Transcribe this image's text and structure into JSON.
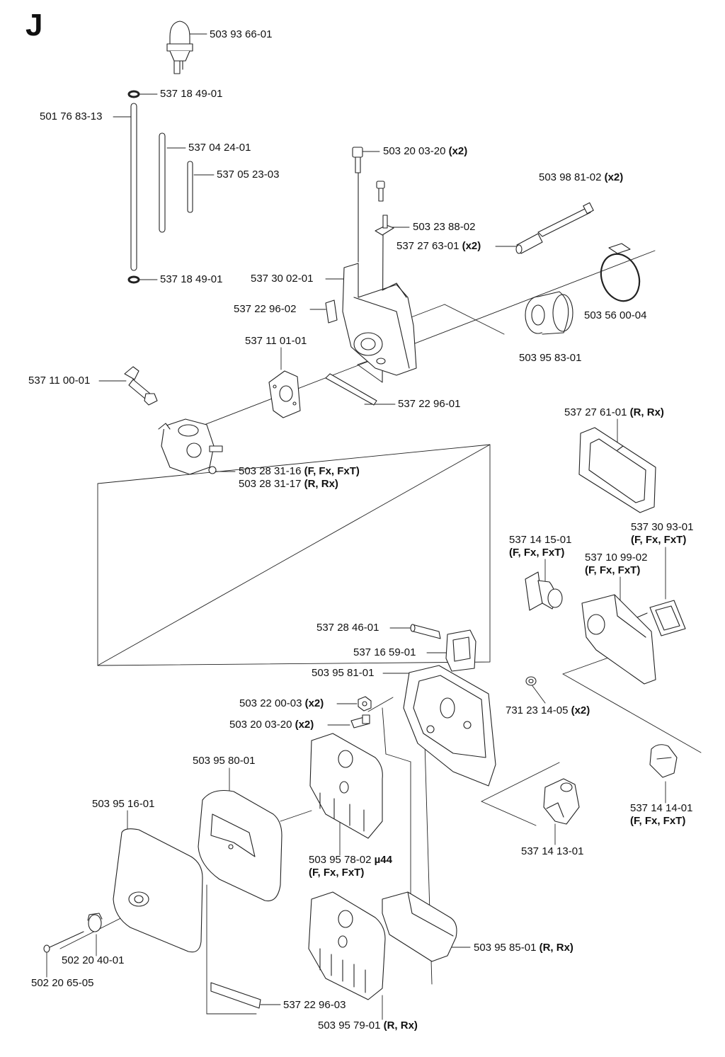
{
  "page_letter": "J",
  "parts": {
    "primer_bulb": {
      "number": "503 93 66-01"
    },
    "oring_top": {
      "number": "537 18 49-01"
    },
    "long_tube": {
      "number": "501 76 83-13"
    },
    "tube_mid": {
      "number": "537 04 24-01"
    },
    "tube_short": {
      "number": "537 05 23-03"
    },
    "oring_bottom": {
      "number": "537 18 49-01"
    },
    "screw_top": {
      "number": "503 20 03-20",
      "qty": "(x2)"
    },
    "bolt_long": {
      "number": "503 98 81-02",
      "qty": "(x2)"
    },
    "bracket": {
      "number": "503 23 88-02"
    },
    "spacer": {
      "number": "537 27 63-01",
      "qty": "(x2)"
    },
    "carb_housing": {
      "number": "537 30 02-01"
    },
    "gasket_small": {
      "number": "537 22 96-02"
    },
    "clamp": {
      "number": "503 56 00-04"
    },
    "intake": {
      "number": "503 95 83-01"
    },
    "gasket_carb": {
      "number": "537 11 01-01"
    },
    "choke_lever": {
      "number": "537 11 00-01"
    },
    "gasket_strip": {
      "number": "537 22 96-01"
    },
    "carburetor": {
      "number": "503 28 31-16",
      "qty": "(F, Fx, FxT)",
      "number2": "503 28 31-17",
      "qty2": "(R, Rx)"
    },
    "cover_plate": {
      "number": "537 27 61-01",
      "qty": "(R, Rx)"
    },
    "preheat_part": {
      "number": "537 14 15-01",
      "qty": "(F, Fx, FxT)"
    },
    "seal_square": {
      "number": "537 30 93-01",
      "qty": "(F, Fx, FxT)"
    },
    "warm_housing": {
      "number": "537 10 99-02",
      "qty": "(F, Fx, FxT)"
    },
    "pin": {
      "number": "537 28 46-01"
    },
    "choke_part": {
      "number": "537 16 59-01"
    },
    "filter_base": {
      "number": "503 95 81-01"
    },
    "nut": {
      "number": "503 22 00-03",
      "qty": "(x2)"
    },
    "screw_mid": {
      "number": "503 20 03-20",
      "qty": "(x2)"
    },
    "nut_right": {
      "number": "731 23 14-05",
      "qty": "(x2)"
    },
    "filter_element": {
      "number": "503 95 80-01"
    },
    "filter_cover": {
      "number": "503 95 16-01"
    },
    "filter_holder_f": {
      "number": "503 95 78-02",
      "qty": "µ44",
      "qty2": "(F, Fx, FxT)"
    },
    "shutter": {
      "number": "537 14 14-01",
      "qty": "(F, Fx, FxT)"
    },
    "valve_part": {
      "number": "537 14 13-01"
    },
    "foam_filter": {
      "number": "503 95 85-01",
      "qty": "(R, Rx)"
    },
    "knob": {
      "number": "502 20 40-01"
    },
    "cover_screw": {
      "number": "502 20 65-05"
    },
    "gasket_bottom": {
      "number": "537 22 96-03"
    },
    "filter_holder_r": {
      "number": "503 95 79-01",
      "qty": "(R, Rx)"
    }
  }
}
